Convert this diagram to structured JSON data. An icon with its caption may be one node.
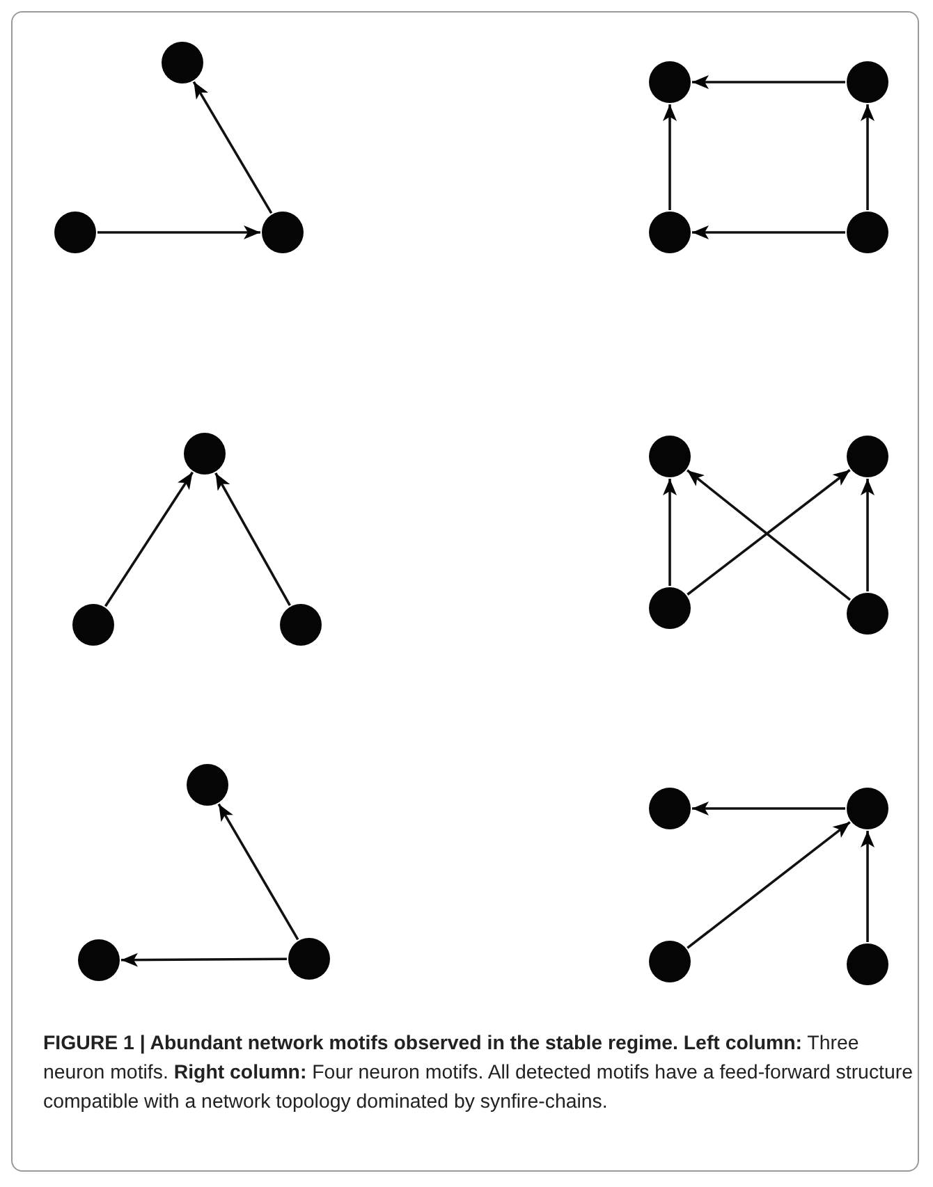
{
  "diagram": {
    "caption": "**FIGURE 1 | Abundant network motifs observed in the stable regime. Left column:** Three neuron motifs. **Right column:** Four neuron motifs. All detected motifs have a feed-forward structure compatible with a network topology dominated by synfire-chains.",
    "nodes": [
      {
        "text": [],
        "shape": "circle"
      },
      {
        "text": [],
        "shape": "circle"
      },
      {
        "text": [],
        "shape": "circle"
      },
      {
        "text": [],
        "shape": "circle"
      },
      {
        "text": [],
        "shape": "circle"
      },
      {
        "text": [],
        "shape": "circle"
      },
      {
        "text": [],
        "shape": "circle"
      },
      {
        "text": [],
        "shape": "circle"
      },
      {
        "text": [],
        "shape": "circle"
      },
      {
        "text": [],
        "shape": "circle"
      },
      {
        "text": [],
        "shape": "circle"
      },
      {
        "text": [],
        "shape": "circle"
      },
      {
        "text": [],
        "shape": "circle"
      },
      {
        "text": [],
        "shape": "circle"
      },
      {
        "text": [],
        "shape": "circle"
      },
      {
        "text": [],
        "shape": "circle"
      },
      {
        "text": [],
        "shape": "circle"
      },
      {
        "text": [],
        "shape": "circle"
      },
      {
        "text": [],
        "shape": "circle"
      },
      {
        "text": [],
        "shape": "circle"
      },
      {
        "text": [],
        "shape": "circle"
      }
    ],
    "edges": [
      {
        "from": 1,
        "to": 2,
        "arrow": "to"
      },
      {
        "from": 2,
        "to": 0,
        "arrow": "to"
      },
      {
        "from": 4,
        "to": 3,
        "arrow": "to"
      },
      {
        "from": 5,
        "to": 3,
        "arrow": "to"
      },
      {
        "from": 6,
        "to": 5,
        "arrow": "to"
      },
      {
        "from": 6,
        "to": 4,
        "arrow": "to"
      },
      {
        "from": 8,
        "to": 7,
        "arrow": "to"
      },
      {
        "from": 9,
        "to": 7,
        "arrow": "to"
      },
      {
        "from": 12,
        "to": 10,
        "arrow": "to"
      },
      {
        "from": 12,
        "to": 11,
        "arrow": "to"
      },
      {
        "from": 13,
        "to": 10,
        "arrow": "to"
      },
      {
        "from": 13,
        "to": 11,
        "arrow": "to"
      },
      {
        "from": 16,
        "to": 14,
        "arrow": "to"
      },
      {
        "from": 16,
        "to": 15,
        "arrow": "to"
      },
      {
        "from": 18,
        "to": 17,
        "arrow": "to"
      },
      {
        "from": 19,
        "to": 18,
        "arrow": "to"
      },
      {
        "from": 20,
        "to": 18,
        "arrow": "to"
      }
    ]
  }
}
